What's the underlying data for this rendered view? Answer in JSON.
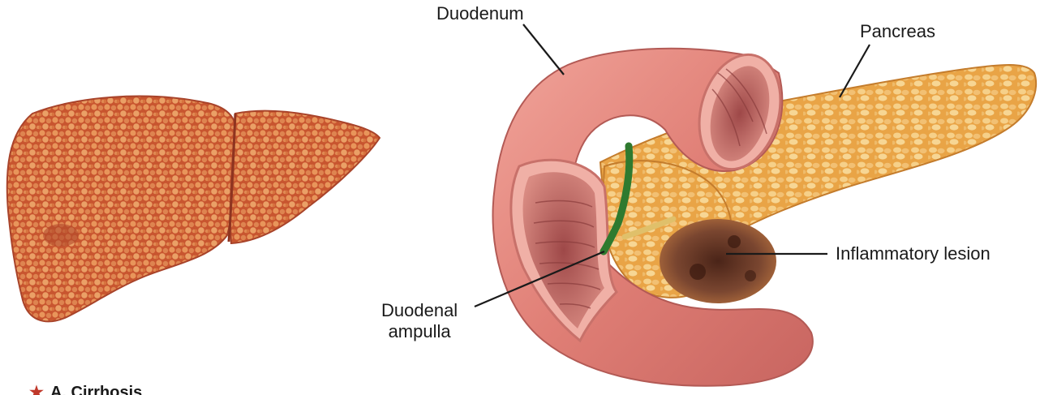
{
  "labels": {
    "duodenum": "Duodenum",
    "pancreas": "Pancreas",
    "inflammatory_lesion": "Inflammatory lesion",
    "duodenal_ampulla_line1": "Duodenal",
    "duodenal_ampulla_line2": "ampulla"
  },
  "caption": {
    "marker": "★",
    "text": "A. Cirrhosis"
  },
  "colors": {
    "liver": "#c8552f",
    "liver_nodule": "#e8955a",
    "duodenum": "#e5847a",
    "duodenum_inner": "#b85a58",
    "pancreas": "#eda94a",
    "lesion": "#6b3a2a",
    "bile_duct": "#2f7a2f",
    "leader_line": "#1a1a1a"
  }
}
